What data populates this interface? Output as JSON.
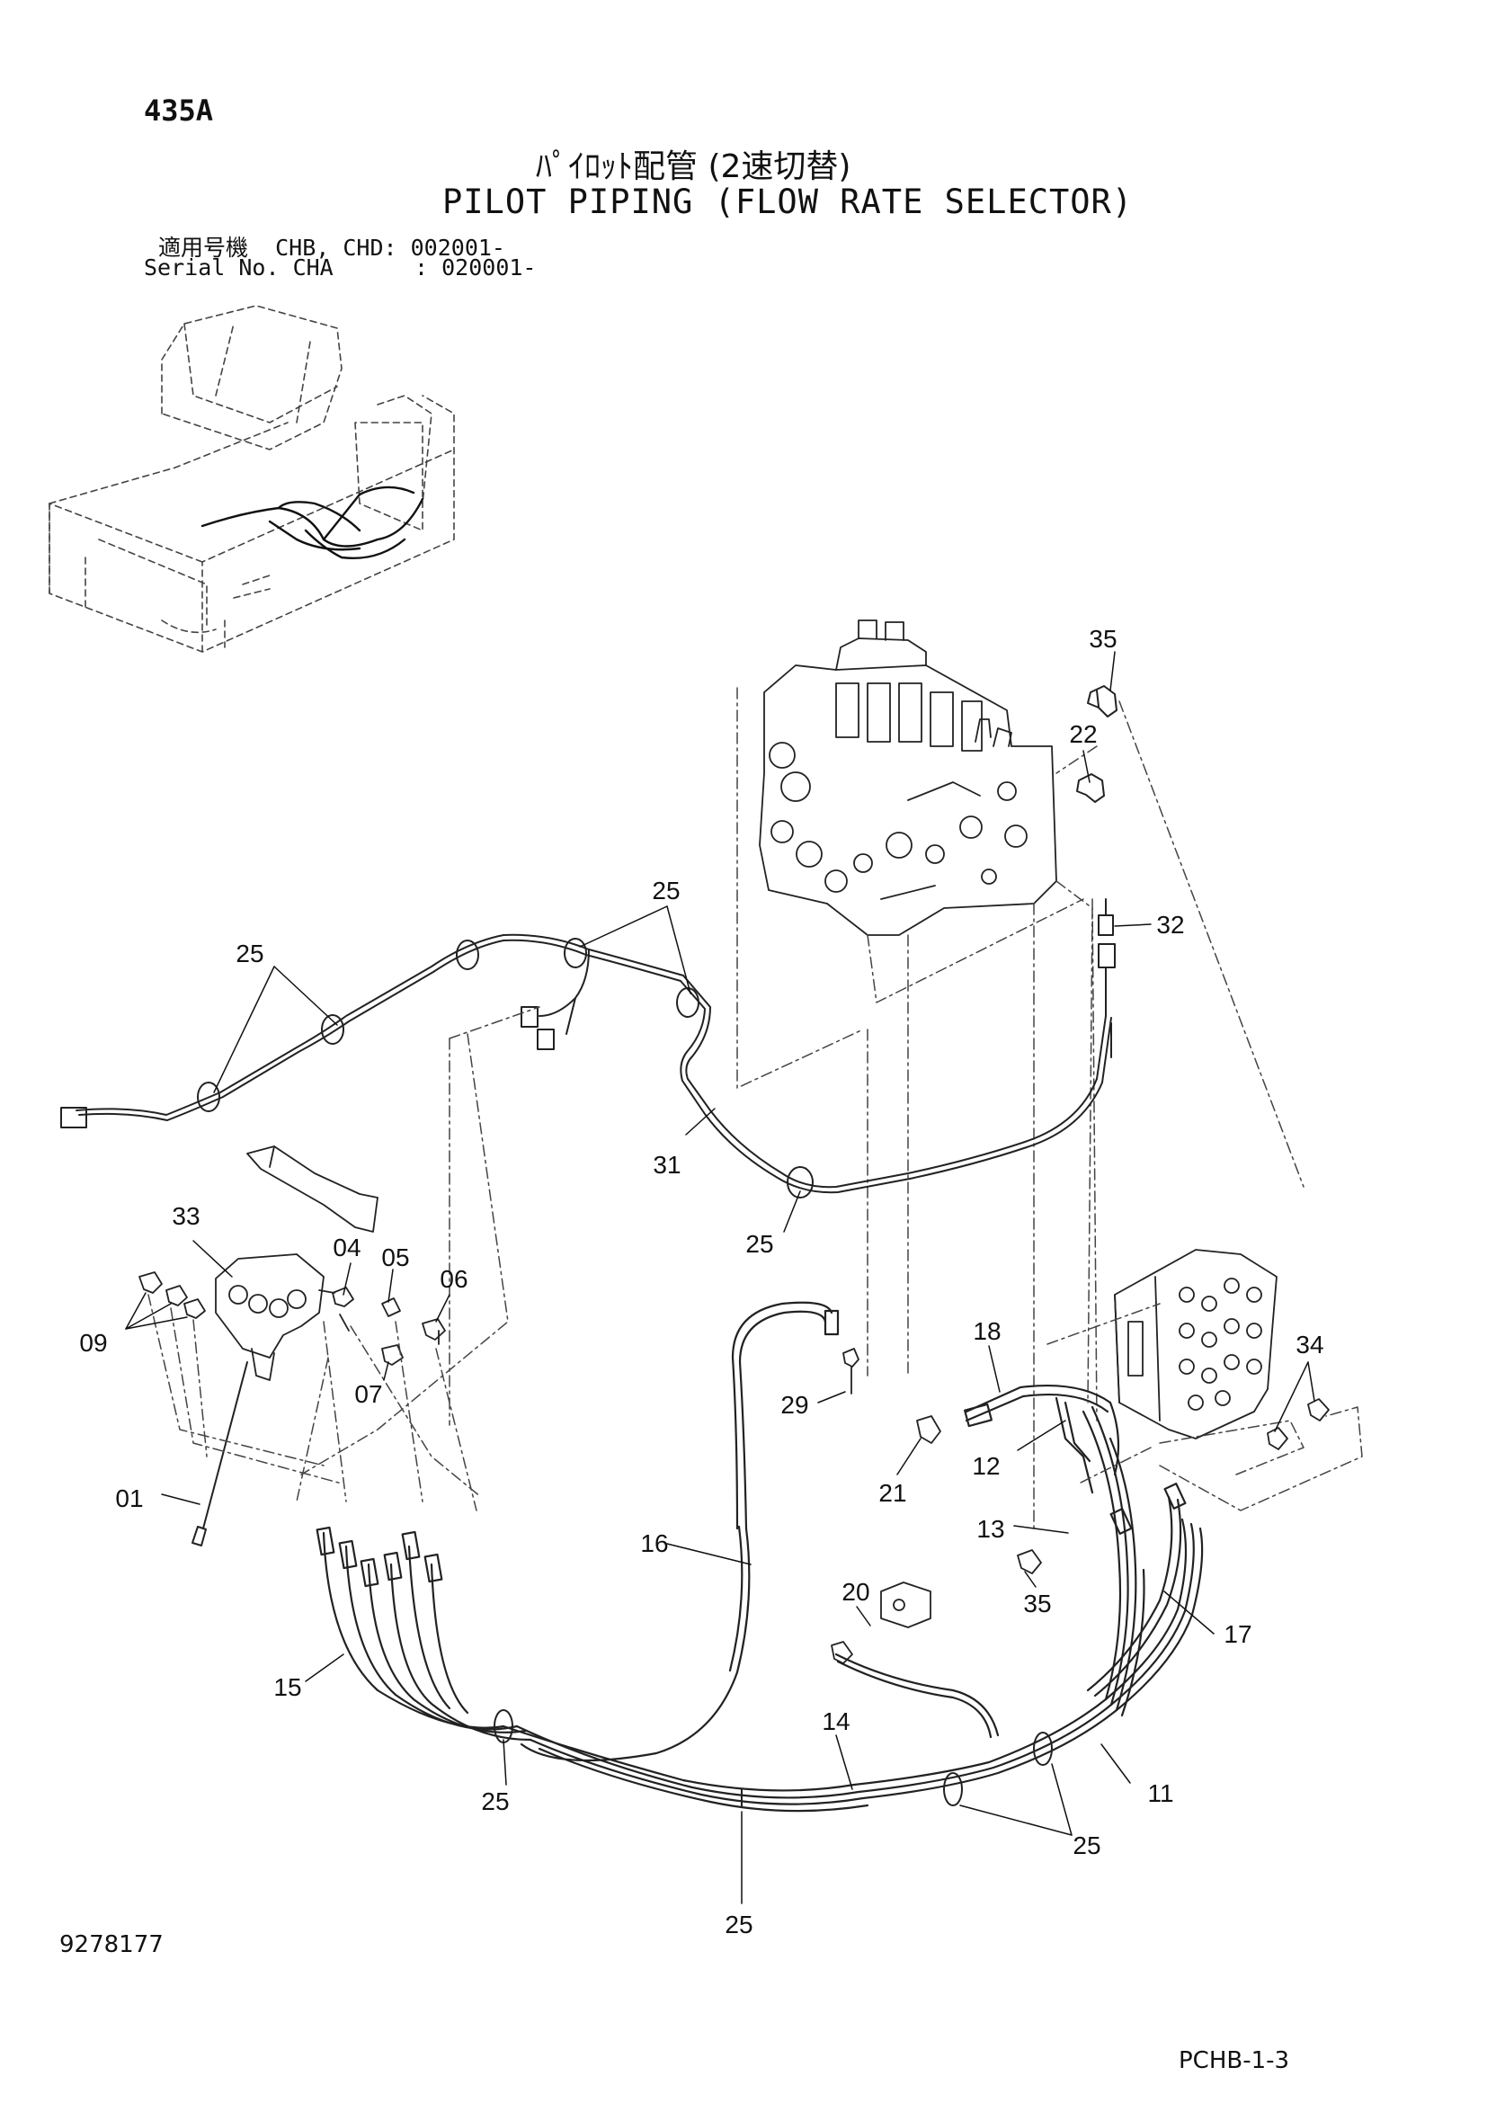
{
  "header": {
    "page_number": "435A",
    "title_ja": "ﾊﾟｲﾛｯﾄ配管 (2速切替)",
    "title_en": "PILOT PIPING (FLOW RATE SELECTOR)",
    "serial_line_1": "適用号機  CHB, CHD: 002001-",
    "serial_line_2": "Serial No. CHA      : 020001-"
  },
  "footer": {
    "drawing_number": "9278177",
    "sheet_code": "PCHB-1-3"
  },
  "callouts": [
    {
      "id": "c-35a",
      "label": "35"
    },
    {
      "id": "c-22",
      "label": "22"
    },
    {
      "id": "c-32",
      "label": "32"
    },
    {
      "id": "c-25a",
      "label": "25"
    },
    {
      "id": "c-25b",
      "label": "25"
    },
    {
      "id": "c-31",
      "label": "31"
    },
    {
      "id": "c-25c",
      "label": "25"
    },
    {
      "id": "c-33",
      "label": "33"
    },
    {
      "id": "c-04",
      "label": "04"
    },
    {
      "id": "c-05",
      "label": "05"
    },
    {
      "id": "c-06",
      "label": "06"
    },
    {
      "id": "c-09",
      "label": "09"
    },
    {
      "id": "c-07",
      "label": "07"
    },
    {
      "id": "c-01",
      "label": "01"
    },
    {
      "id": "c-29",
      "label": "29"
    },
    {
      "id": "c-18",
      "label": "18"
    },
    {
      "id": "c-12",
      "label": "12"
    },
    {
      "id": "c-21",
      "label": "21"
    },
    {
      "id": "c-34",
      "label": "34"
    },
    {
      "id": "c-13",
      "label": "13"
    },
    {
      "id": "c-35b",
      "label": "35"
    },
    {
      "id": "c-16",
      "label": "16"
    },
    {
      "id": "c-20",
      "label": "20"
    },
    {
      "id": "c-17",
      "label": "17"
    },
    {
      "id": "c-15",
      "label": "15"
    },
    {
      "id": "c-14",
      "label": "14"
    },
    {
      "id": "c-25d",
      "label": "25"
    },
    {
      "id": "c-11",
      "label": "11"
    },
    {
      "id": "c-25e",
      "label": "25"
    },
    {
      "id": "c-25f",
      "label": "25"
    }
  ]
}
